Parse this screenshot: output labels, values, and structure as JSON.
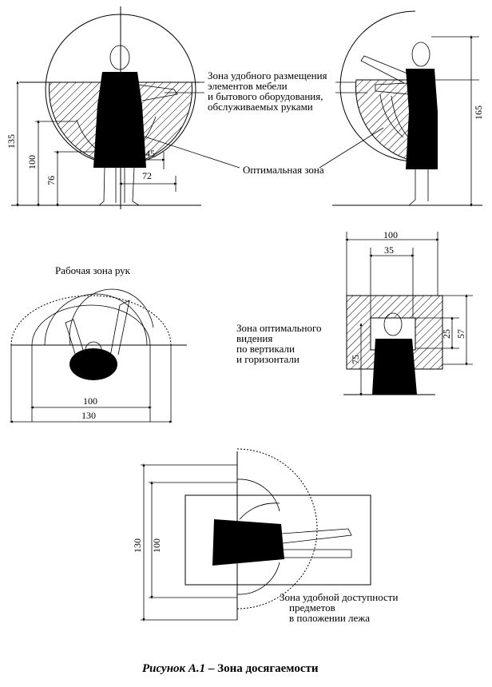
{
  "labels": {
    "comfort_zone": [
      "Зона удобного размещения",
      "элементов мебели",
      "и бытового оборудования,",
      "обслуживаемых руками"
    ],
    "optimal_zone": "Оптимальная зона",
    "arms_work_zone": "Рабочая зона рук",
    "vision_zone": [
      "Зона оптимального",
      "видения",
      "по вертикали",
      "и горизонтали"
    ],
    "lying_zone": [
      "Зона удобной доступности",
      "предметов",
      "в положении лежа"
    ]
  },
  "dimensions": {
    "front_135": "135",
    "front_100": "100",
    "front_76": "76",
    "front_45": "45",
    "front_72": "72",
    "side_165": "165",
    "top_100": "100",
    "top_130": "130",
    "vision_100": "100",
    "vision_35": "35",
    "vision_25": "25",
    "vision_57": "57",
    "vision_75": "75",
    "lying_130": "130",
    "lying_100": "100"
  },
  "caption": {
    "figure": "Рисунок А.1",
    "title": " – Зона досягаемости"
  }
}
